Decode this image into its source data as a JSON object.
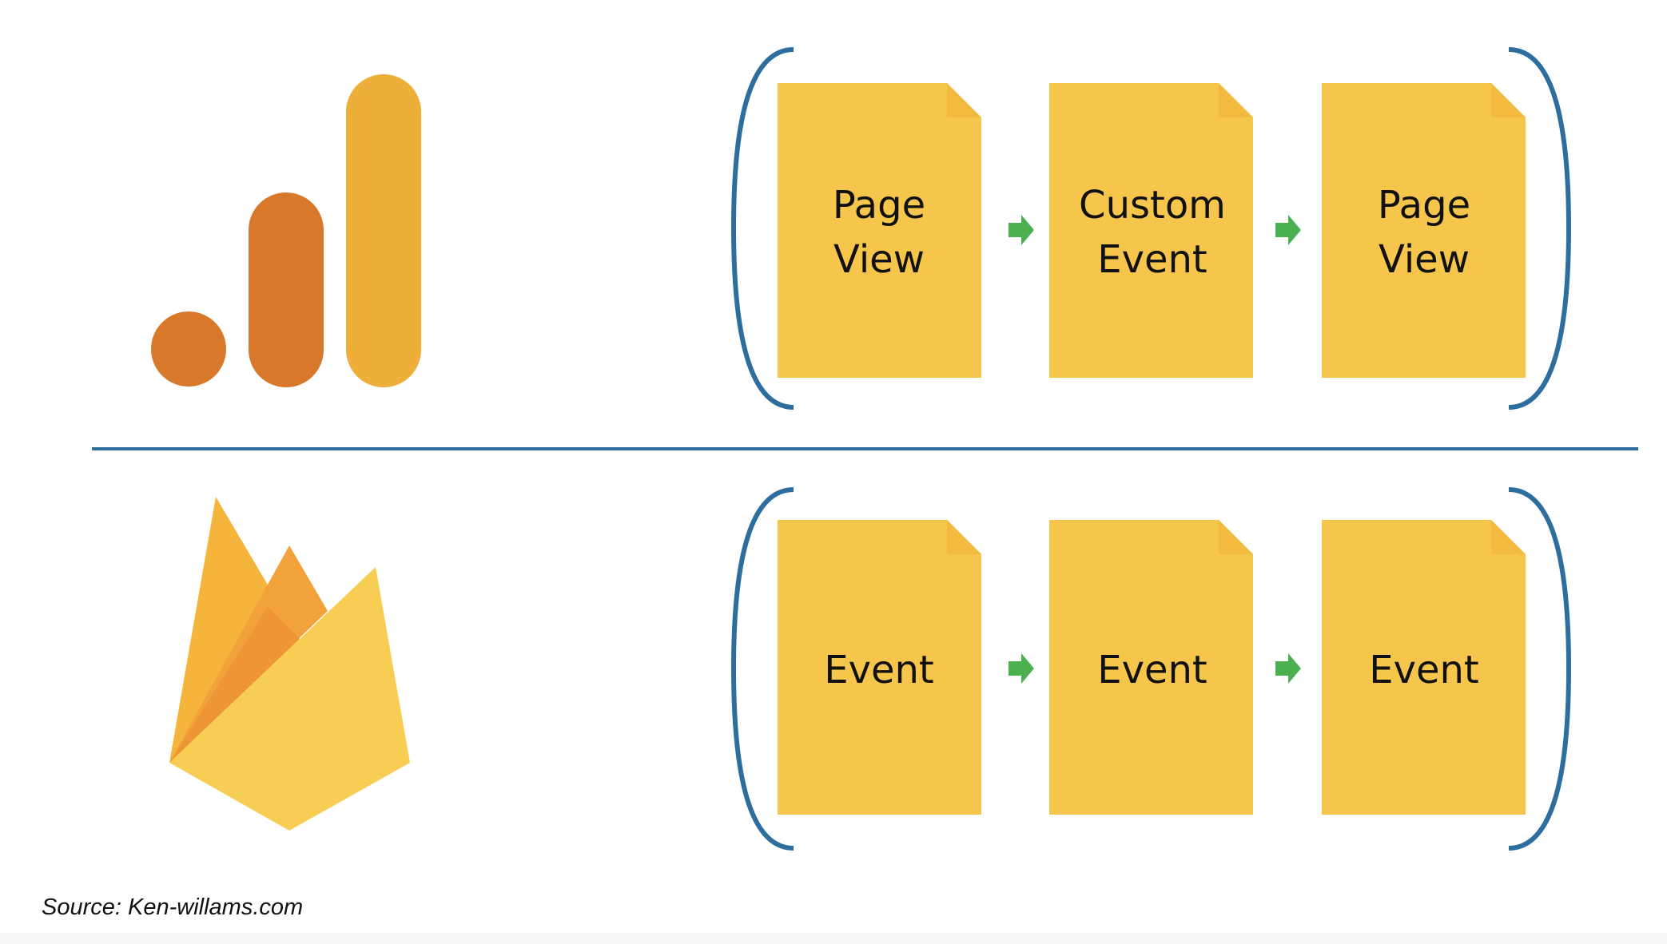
{
  "rows": [
    {
      "id": "google-analytics",
      "logo": "google-analytics-logo",
      "steps": [
        {
          "lines": [
            "Page",
            "View"
          ]
        },
        {
          "lines": [
            "Custom",
            "Event"
          ]
        },
        {
          "lines": [
            "Page",
            "View"
          ]
        }
      ]
    },
    {
      "id": "firebase",
      "logo": "firebase-logo",
      "steps": [
        {
          "lines": [
            "Event"
          ]
        },
        {
          "lines": [
            "Event"
          ]
        },
        {
          "lines": [
            "Event"
          ]
        }
      ]
    }
  ],
  "source": "Source: Ken-willams.com",
  "colors": {
    "document": "#F6C54C",
    "bracket": "#2E6E9E",
    "divider": "#2E6E9E",
    "arrow": "#4CAF50",
    "ga_light": "#EDAE3A",
    "ga_dark": "#D8782A"
  }
}
